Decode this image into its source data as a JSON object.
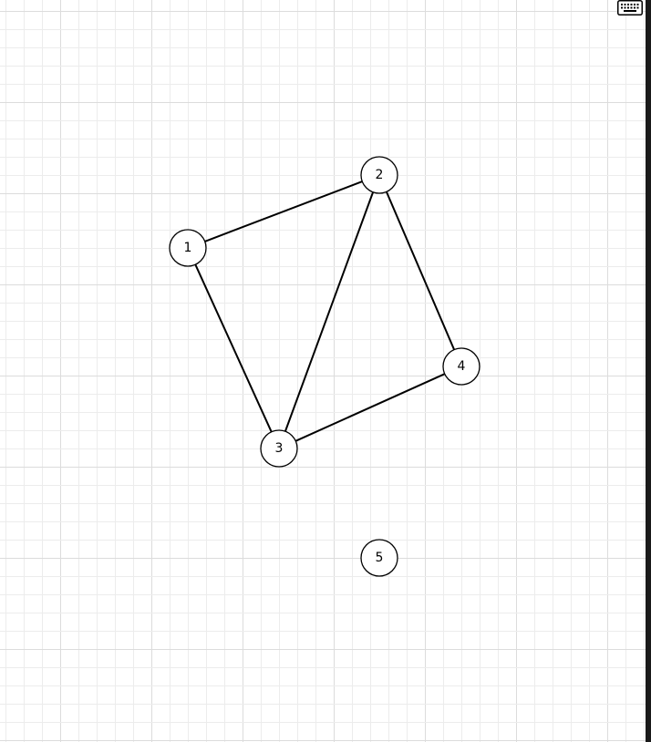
{
  "graph": {
    "nodes": [
      {
        "id": "n1",
        "label": "1"
      },
      {
        "id": "n2",
        "label": "2"
      },
      {
        "id": "n3",
        "label": "3"
      },
      {
        "id": "n4",
        "label": "4"
      },
      {
        "id": "n5",
        "label": "5"
      }
    ],
    "edges": [
      {
        "from": "n1",
        "to": "n2"
      },
      {
        "from": "n1",
        "to": "n3"
      },
      {
        "from": "n2",
        "to": "n3"
      },
      {
        "from": "n2",
        "to": "n4"
      },
      {
        "from": "n3",
        "to": "n4"
      }
    ]
  },
  "toolbar": {
    "keyboard_icon": "keyboard-icon"
  },
  "colors": {
    "background": "#ffffff",
    "grid_minor": "#ececec",
    "grid_major": "#dcdcdc",
    "stroke": "#000000"
  }
}
